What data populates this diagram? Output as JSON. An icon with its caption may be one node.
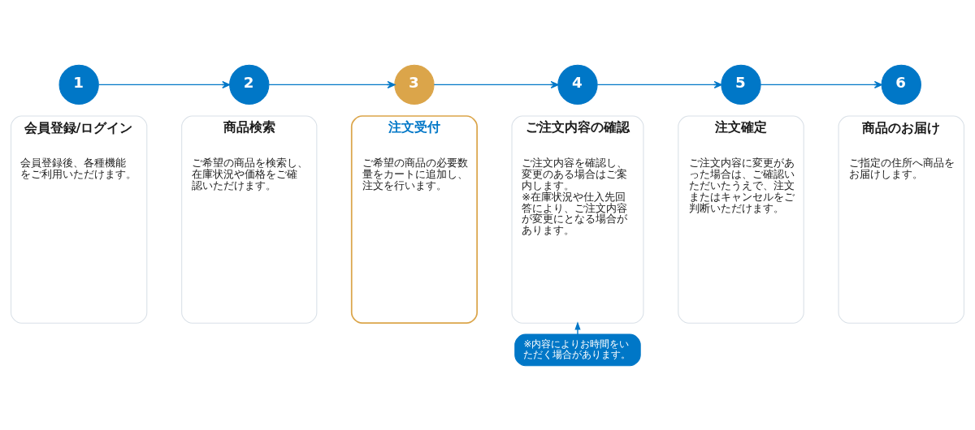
{
  "diagram": {
    "nodes": [
      {
        "text": [
          "1"
        ]
      },
      {
        "text": [
          "会員登録/ログイン",
          "会員登録後、各種機能をご利用いただけます。"
        ]
      },
      {
        "text": [
          "2"
        ]
      },
      {
        "text": [
          "商品検索",
          "ご希望の商品を検索し、在庫状況や価格をご確認いただけます。"
        ]
      },
      {
        "text": [
          "3"
        ]
      },
      {
        "text": [
          "注文受付",
          "ご希望の商品の必要数量をカートに追加し、注文を行います。"
        ]
      },
      {
        "text": [
          "4"
        ]
      },
      {
        "text": [
          "ご注文内容の確認",
          "ご注文内容を確認し、変更のある場合はご案内します。",
          "※在庫状況や仕入先回答により、ご注文内容が変更にとなる場合があります。"
        ]
      },
      {
        "text": [
          "5"
        ]
      },
      {
        "text": [
          "注文確定",
          "ご注文内容に変更があった場合は、ご確認いただいたうえで、注文またはキャンセルをご判断いただけます。"
        ]
      },
      {
        "text": [
          "6"
        ]
      },
      {
        "text": [
          "商品のお届け",
          "ご指定の住所へ商品をお届けします。"
        ]
      },
      {
        "text": [
          "※内容によりお時間をいただく場合があります。"
        ]
      }
    ],
    "edges": [
      {
        "from": 0,
        "to": 2,
        "arrow": "to"
      },
      {
        "from": 2,
        "to": 4,
        "arrow": "to"
      },
      {
        "from": 4,
        "to": 6,
        "arrow": "to"
      },
      {
        "from": 6,
        "to": 8,
        "arrow": "to"
      },
      {
        "from": 8,
        "to": 10,
        "arrow": "to"
      },
      {
        "from": 12,
        "to": 7,
        "arrow": "to"
      }
    ]
  }
}
